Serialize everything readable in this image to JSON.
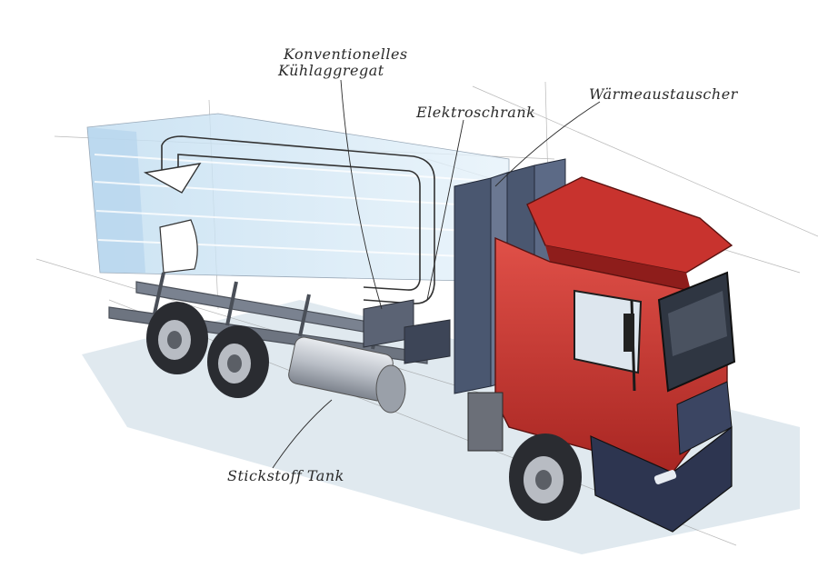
{
  "diagram": {
    "labels": {
      "conventional_unit_line1": "Konventionelles",
      "conventional_unit_line2": "Kühlaggregat",
      "electrical_cabinet": "Elektroschrank",
      "heat_exchanger": "Wärmeaustauscher",
      "nitrogen_tank": "Stickstoff Tank"
    },
    "colors": {
      "cab_red": "#c8332e",
      "cab_red_dark": "#8e1d1b",
      "box_blue": "#cfe6f5",
      "chassis_grey": "#6d7480",
      "exchanger_blue": "#4a5770",
      "tank_silver": "#b9bec6",
      "bumper_navy": "#2d3550",
      "ground_shadow": "#d5e1ea",
      "ink": "#2a2a2a"
    }
  }
}
